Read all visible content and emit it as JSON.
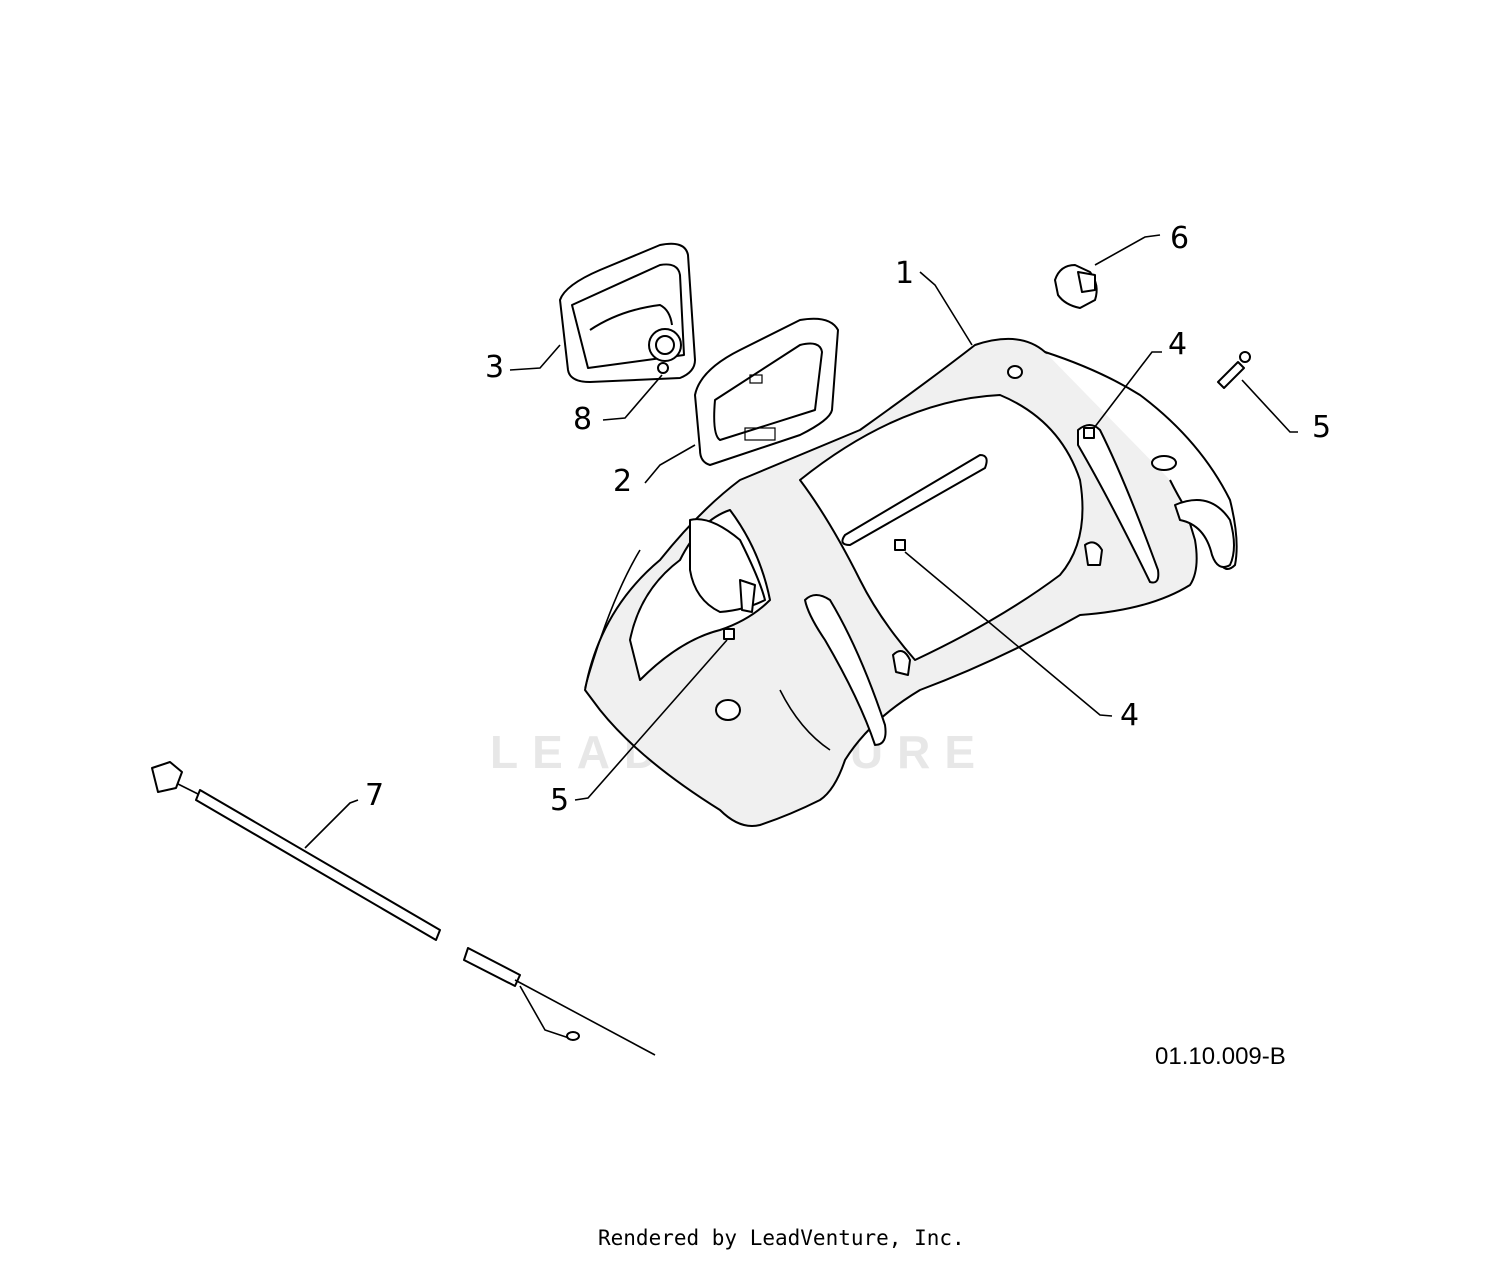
{
  "callouts": [
    "1",
    "2",
    "3",
    "4",
    "5",
    "6",
    "7",
    "8"
  ],
  "diagram_code": "01.10.009-B",
  "watermark": "LEADVENTURE",
  "footer": "Rendered by LeadVenture, Inc."
}
